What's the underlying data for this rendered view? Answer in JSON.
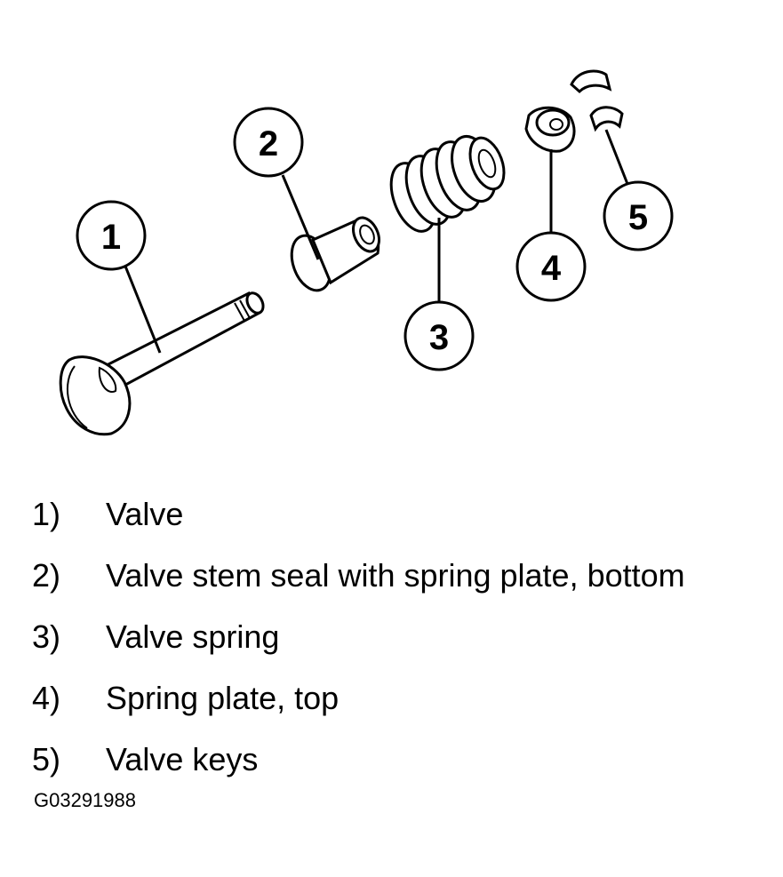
{
  "diagram": {
    "callouts": [
      {
        "number": "1"
      },
      {
        "number": "2"
      },
      {
        "number": "3"
      },
      {
        "number": "4"
      },
      {
        "number": "5"
      }
    ]
  },
  "legend": [
    {
      "number": "1)",
      "label": "Valve"
    },
    {
      "number": "2)",
      "label": "Valve stem seal with spring plate, bottom"
    },
    {
      "number": "3)",
      "label": "Valve spring"
    },
    {
      "number": "4)",
      "label": "Spring plate, top"
    },
    {
      "number": "5)",
      "label": "Valve keys"
    }
  ],
  "figure_code": "G03291988"
}
